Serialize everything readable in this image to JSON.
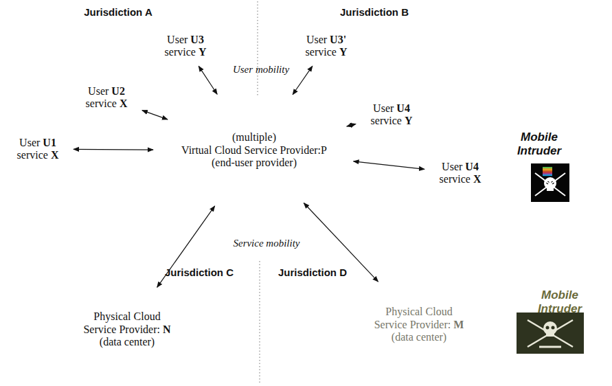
{
  "diagram": {
    "nodes": [
      {
        "text": [
          "User U3 service Y"
        ]
      },
      {
        "text": [
          "User U3' service Y"
        ]
      },
      {
        "text": [
          "User U2 service X"
        ]
      },
      {
        "text": [
          "User U4 service Y"
        ]
      },
      {
        "text": [
          "User mobility"
        ]
      },
      {
        "text": [
          "User U1 service X"
        ]
      },
      {
        "text": [
          "(multiple) Virtual Cloud Service Provider:P (end-user provider)"
        ]
      },
      {
        "text": [
          "Mobile Intruder"
        ]
      },
      {
        "text": [
          "User U4 service X"
        ],
        "in": 7
      },
      {
        "text": [
          "Service mobility"
        ]
      },
      {
        "text": [
          "Physical Cloud Service Provider: N (data center)"
        ]
      },
      {
        "text": [
          "Mobile Intruder"
        ]
      },
      {
        "text": [
          "Physical Cloud Service Provider: M (data center)"
        ],
        "in": 11
      }
    ],
    "edges": [
      {
        "from": 5,
        "to": 6,
        "arrow": "both"
      },
      {
        "from": 2,
        "to": 6,
        "arrow": "both"
      },
      {
        "from": 0,
        "to": 6,
        "arrow": "both"
      },
      {
        "from": 1,
        "to": 6,
        "arrow": "both"
      },
      {
        "from": 3,
        "to": 6,
        "arrow": "both"
      },
      {
        "from": 8,
        "to": 6,
        "arrow": "both"
      },
      {
        "from": 10,
        "to": 6,
        "arrow": "both"
      },
      {
        "from": 12,
        "to": 6,
        "arrow": "both"
      }
    ],
    "labels": [
      "Jurisdiction A",
      "Jurisdiction B",
      "Jurisdiction C",
      "Jurisdiction D"
    ]
  }
}
